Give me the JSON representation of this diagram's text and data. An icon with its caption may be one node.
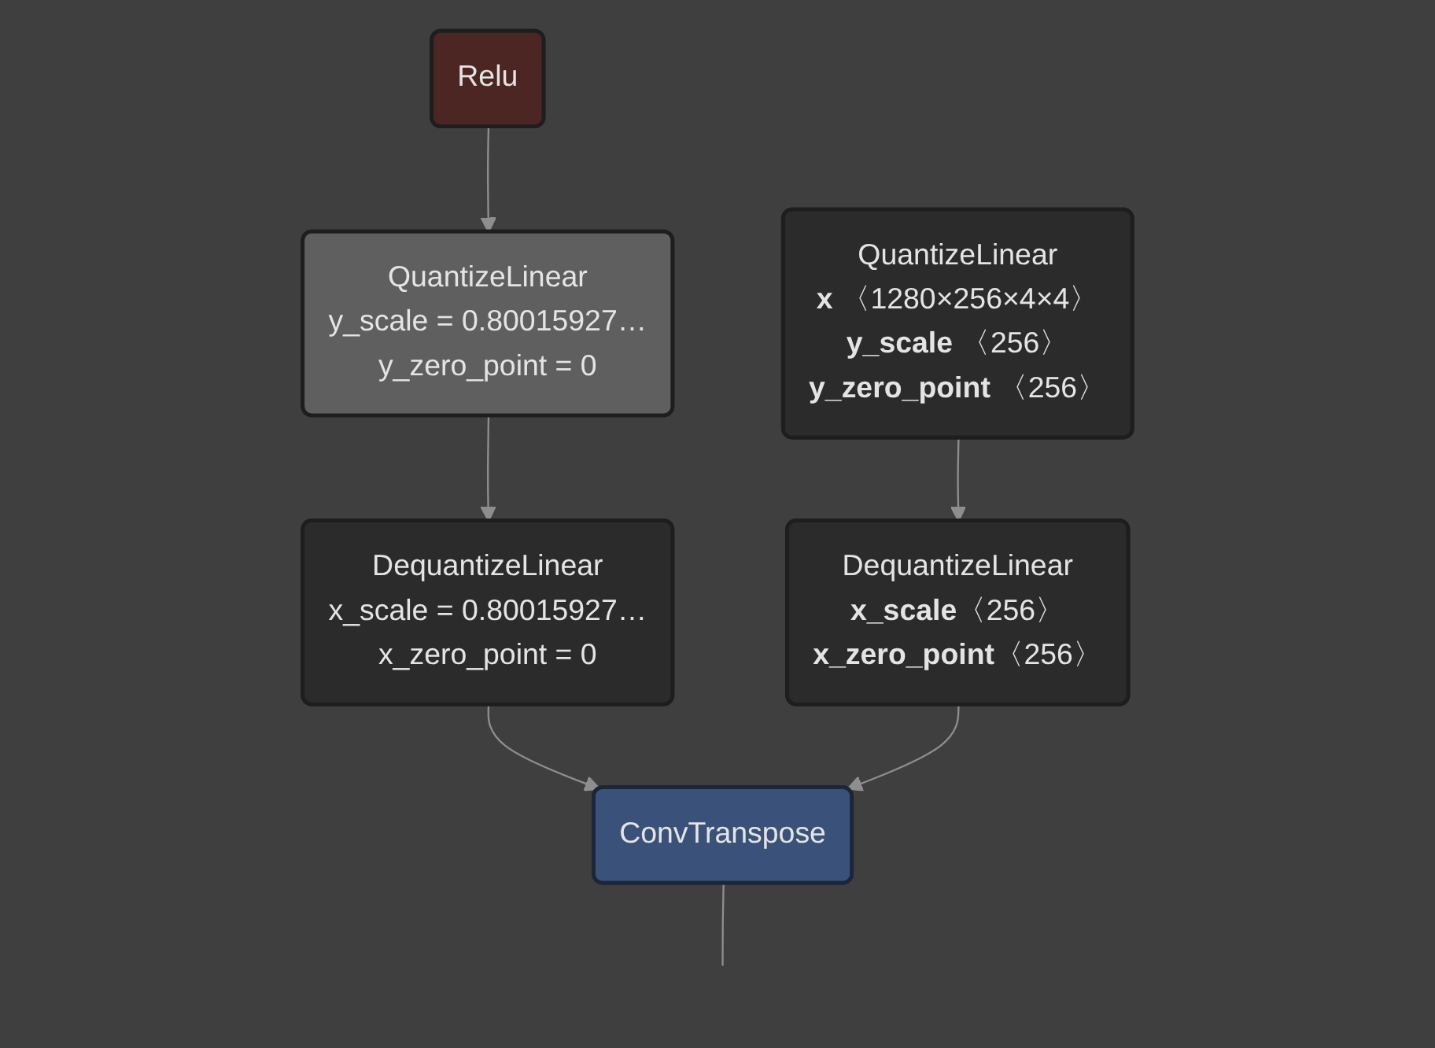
{
  "diagram": {
    "nodes": [
      {
        "text": [
          "Relu"
        ]
      },
      {
        "text": [
          "QuantizeLinear",
          "y_scale = 0.80015927…",
          "y_zero_point = 0"
        ]
      },
      {
        "text": [
          "DequantizeLinear",
          "x_scale = 0.80015927…",
          "x_zero_point = 0"
        ]
      },
      {
        "text": [
          "QuantizeLinear",
          "**x** 〈1280×256×4×4〉",
          "**y_scale** 〈256〉",
          "**y_zero_point** 〈256〉"
        ]
      },
      {
        "text": [
          "DequantizeLinear",
          "**x_scale**〈256〉",
          "**x_zero_point**〈256〉"
        ]
      },
      {
        "text": [
          "ConvTranspose"
        ]
      }
    ],
    "edges": [
      {
        "from": 0,
        "to": 1,
        "arrow": "to"
      },
      {
        "from": 1,
        "to": 2,
        "arrow": "to"
      },
      {
        "from": 3,
        "to": 4,
        "arrow": "to"
      },
      {
        "from": 2,
        "to": 5,
        "arrow": "to"
      },
      {
        "from": 4,
        "to": 5,
        "arrow": "to"
      },
      {
        "from": 5,
        "to": null,
        "arrow": "none"
      }
    ]
  }
}
